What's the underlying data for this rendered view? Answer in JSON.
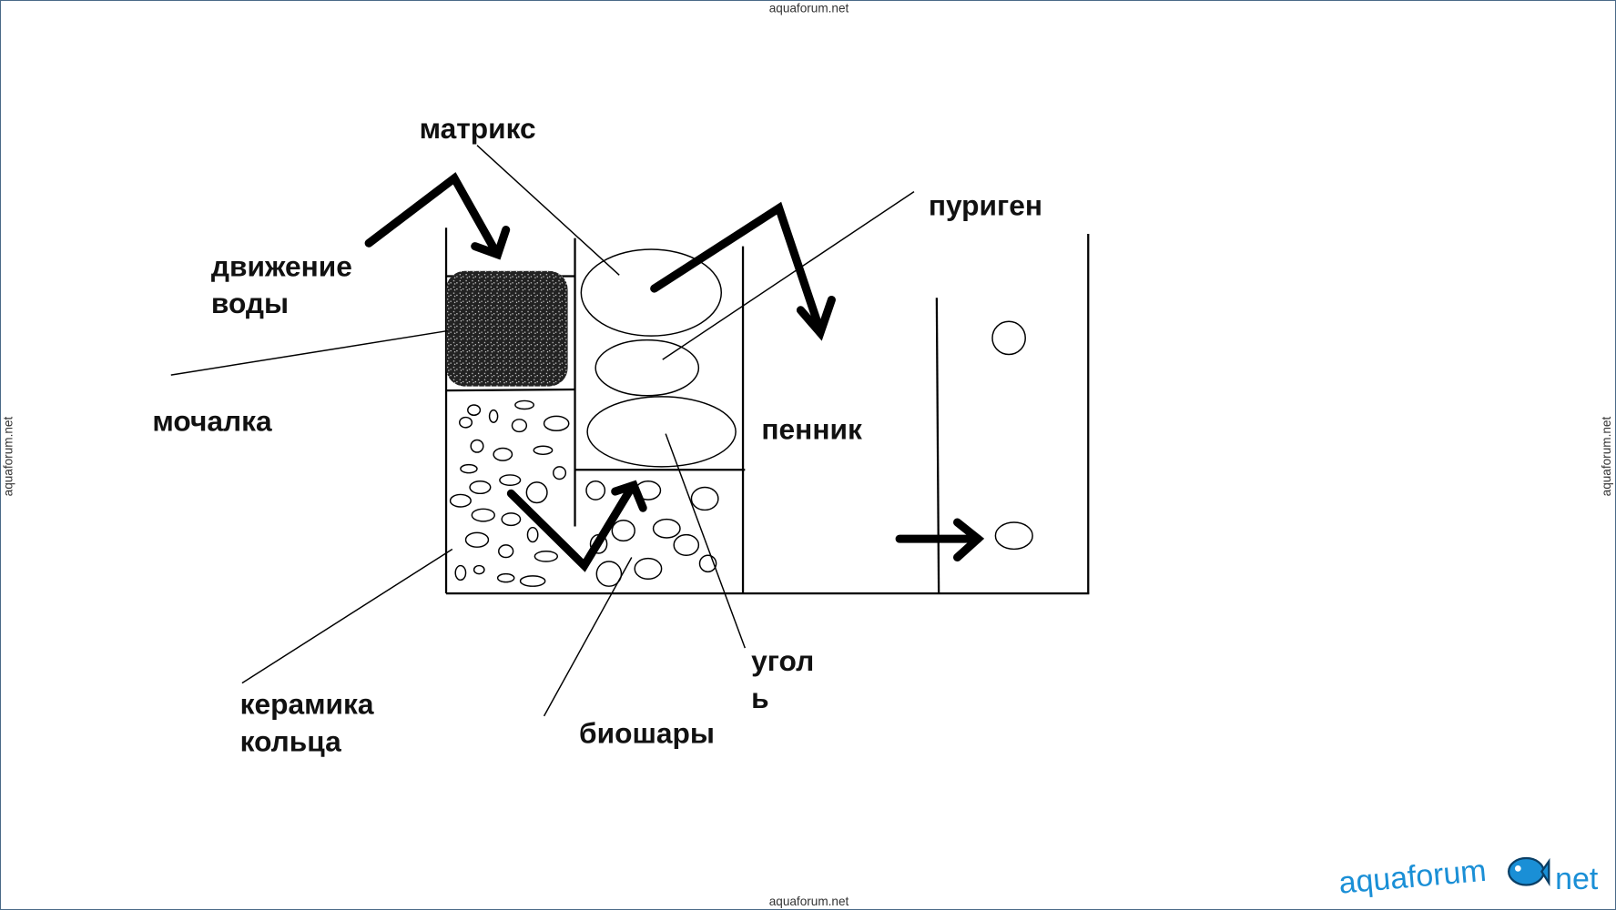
{
  "watermark": "aquaforum.net",
  "labels": {
    "matrix": "матрикс",
    "purigen": "пуриген",
    "water_flow_1": "движение",
    "water_flow_2": "воды",
    "sponge": "мочалка",
    "foam": "пенник",
    "carbon_1": "угол",
    "carbon_2": "ь",
    "ceramic_1": "керамика",
    "ceramic_2": "кольца",
    "bioballs": "биошары"
  },
  "logo": {
    "left": "aquaforum",
    "right": "net",
    "color": "#1a8fd6"
  }
}
